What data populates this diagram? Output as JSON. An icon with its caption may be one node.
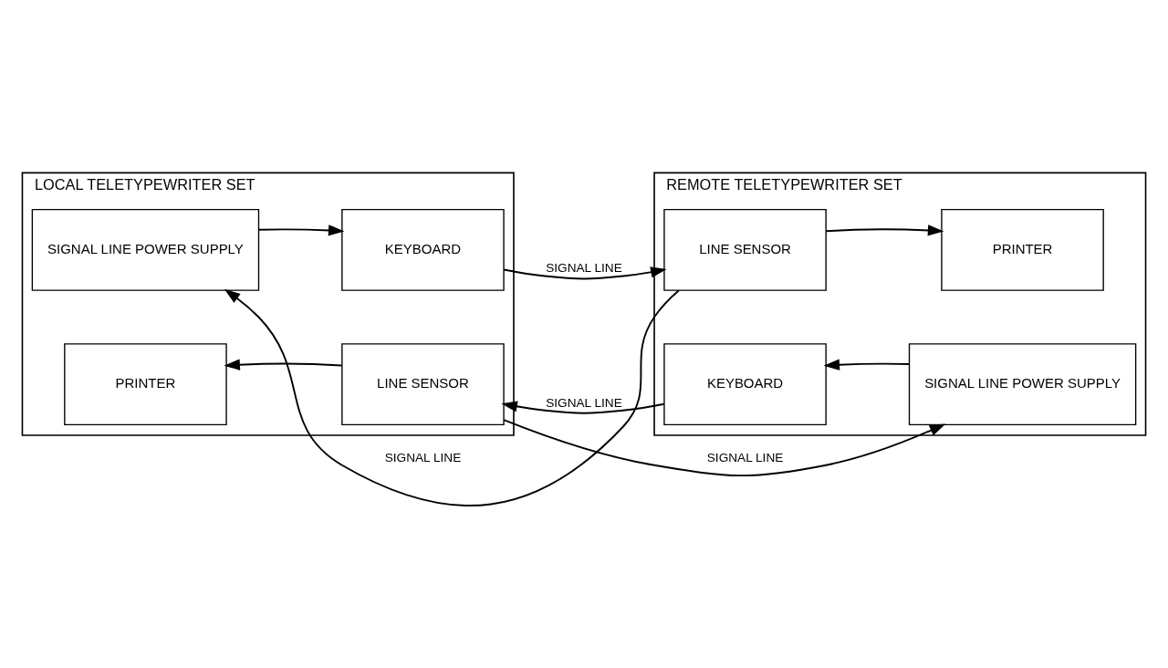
{
  "diagram": {
    "nodes": [
      {
        "text": [
          "LOCAL TELETYPEWRITER SET"
        ]
      },
      {
        "text": [
          "SIGNAL LINE POWER SUPPLY"
        ],
        "in": 0
      },
      {
        "text": [
          "KEYBOARD"
        ],
        "in": 0
      },
      {
        "text": [
          "PRINTER"
        ],
        "in": 0
      },
      {
        "text": [
          "LINE SENSOR"
        ],
        "in": 0
      },
      {
        "text": [
          "REMOTE TELETYPEWRITER SET"
        ]
      },
      {
        "text": [
          "LINE SENSOR"
        ],
        "in": 5
      },
      {
        "text": [
          "PRINTER"
        ],
        "in": 5
      },
      {
        "text": [
          "KEYBOARD"
        ],
        "in": 5
      },
      {
        "text": [
          "SIGNAL LINE POWER SUPPLY"
        ],
        "in": 5
      }
    ],
    "edges": [
      {
        "from": 1,
        "to": 2,
        "arrow": "to"
      },
      {
        "from": 2,
        "to": 6,
        "arrow": "to",
        "label": "SIGNAL LINE"
      },
      {
        "from": 6,
        "to": 7,
        "arrow": "to"
      },
      {
        "from": 6,
        "to": 1,
        "arrow": "to",
        "label": "SIGNAL LINE"
      },
      {
        "from": 9,
        "to": 8,
        "arrow": "to"
      },
      {
        "from": 8,
        "to": 4,
        "arrow": "to",
        "label": "SIGNAL LINE"
      },
      {
        "from": 4,
        "to": 3,
        "arrow": "to"
      },
      {
        "from": 4,
        "to": 9,
        "arrow": "to",
        "label": "SIGNAL LINE"
      }
    ]
  }
}
